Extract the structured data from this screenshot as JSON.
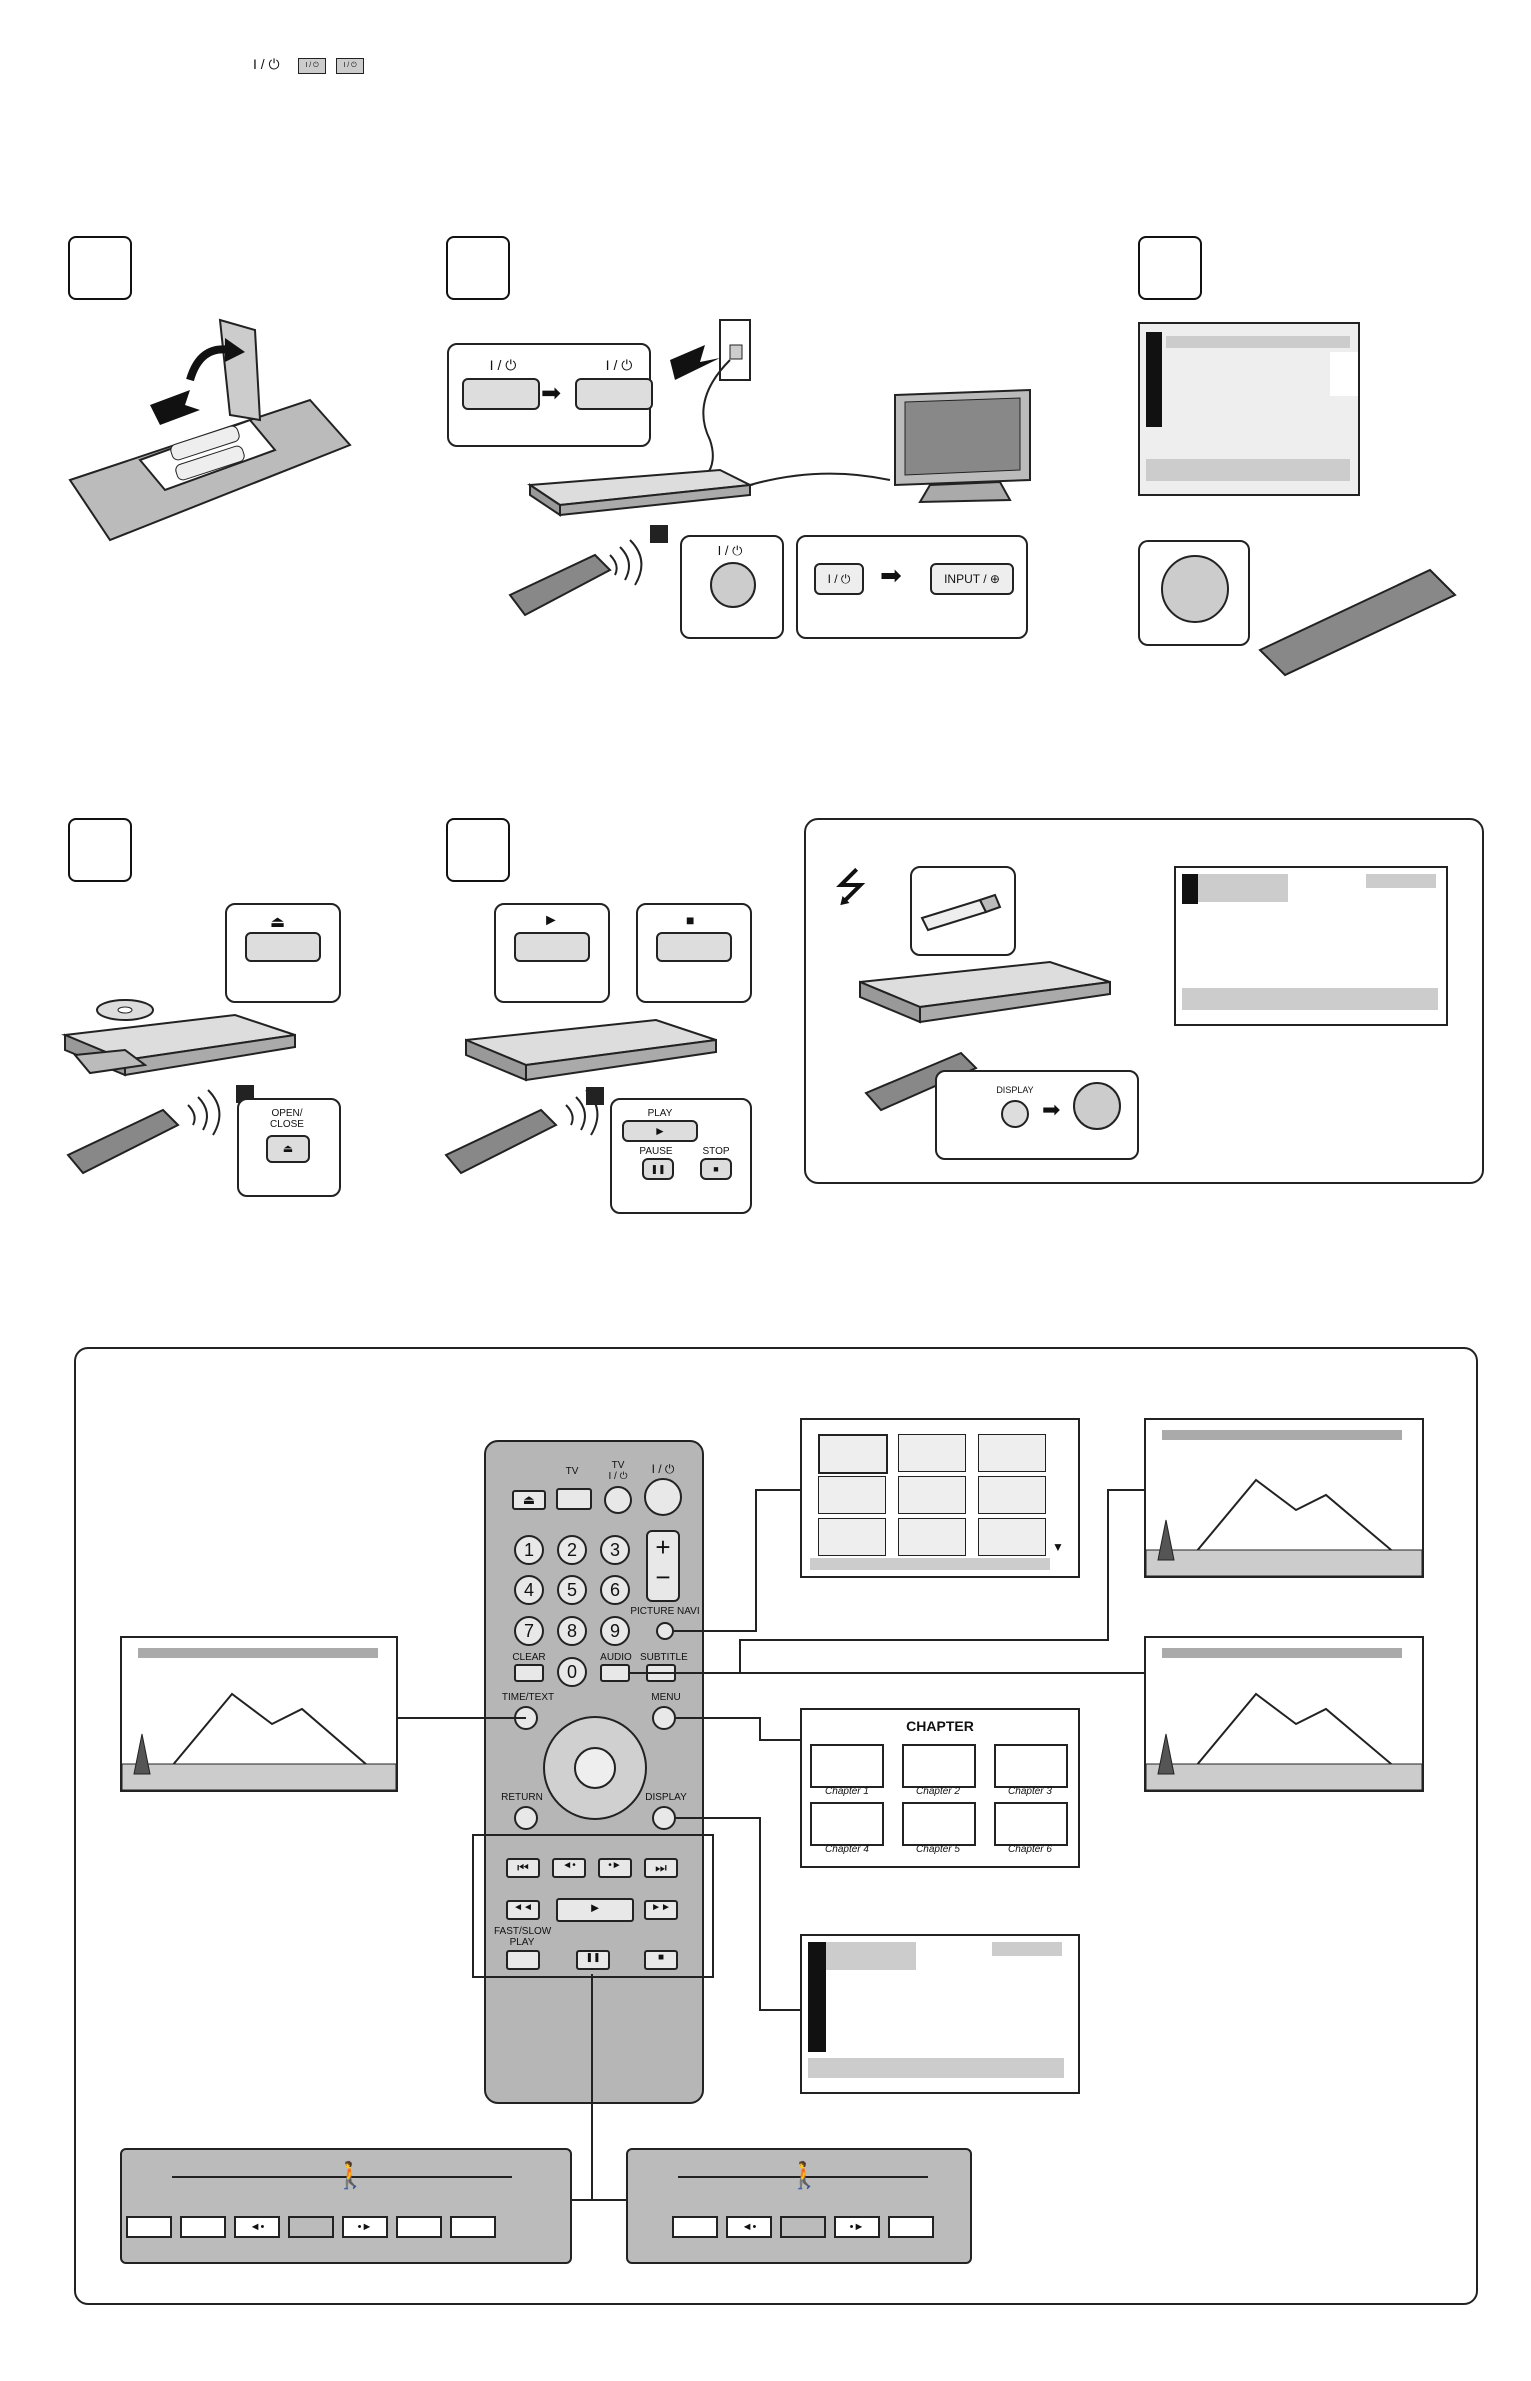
{
  "top_icons": {
    "power_symbol": "I / ⏻",
    "switch_a": "I / ⏻",
    "switch_b": "I / ⏻"
  },
  "step1": {},
  "step2": {
    "power_label_a": "I / ⏻",
    "power_label_b": "I / ⏻",
    "remote_power_label": "I / ⏻",
    "tv_power_label": "I / ⏻",
    "tv_input_label": "INPUT / ⊕"
  },
  "step3": {
    "stars": [
      "*******",
      "****",
      "******",
      "*****"
    ]
  },
  "step4": {
    "eject_symbol": "⏏",
    "open_close_label": "OPEN/\nCLOSE",
    "eject_small": "⏏"
  },
  "step5": {
    "play_symbol": "►",
    "stop_symbol": "■",
    "play_label": "PLAY",
    "pause_label": "PAUSE",
    "stop_label": "STOP",
    "pause_symbol": "❚❚",
    "stop_small": "■",
    "play_small": "►"
  },
  "usb": {
    "display_label": "DISPLAY"
  },
  "remote": {
    "tv_label": "TV",
    "tv_power_label": "TV\nI / ⏻",
    "power_label": "I / ⏻",
    "eject": "⏏",
    "numbers": [
      "1",
      "2",
      "3",
      "4",
      "5",
      "6",
      "7",
      "8",
      "9",
      "0"
    ],
    "plus": "+",
    "minus": "−",
    "picture_navi": "PICTURE NAVI",
    "clear": "CLEAR",
    "audio": "AUDIO",
    "subtitle": "SUBTITLE",
    "time_text": "TIME/TEXT",
    "menu": "MENU",
    "return": "RETURN",
    "display": "DISPLAY",
    "fast_slow_play": "FAST/SLOW\nPLAY",
    "prev": "⏮",
    "step_back": "◄•",
    "step_fwd": "•►",
    "next": "⏭",
    "rew": "◄◄",
    "play": "►",
    "ff": "►►",
    "pause": "❚❚",
    "stop": "■"
  },
  "chapter_screen": {
    "title": "CHAPTER",
    "chapters": [
      "Chapter 1",
      "Chapter 2",
      "Chapter 3",
      "Chapter 4",
      "Chapter 5",
      "Chapter 6"
    ]
  },
  "speed_bar_a": {
    "buttons": [
      "",
      "",
      "◄•",
      "",
      "•►",
      "",
      ""
    ]
  },
  "speed_bar_b": {
    "buttons": [
      "",
      "◄•",
      "",
      "•►",
      ""
    ]
  }
}
